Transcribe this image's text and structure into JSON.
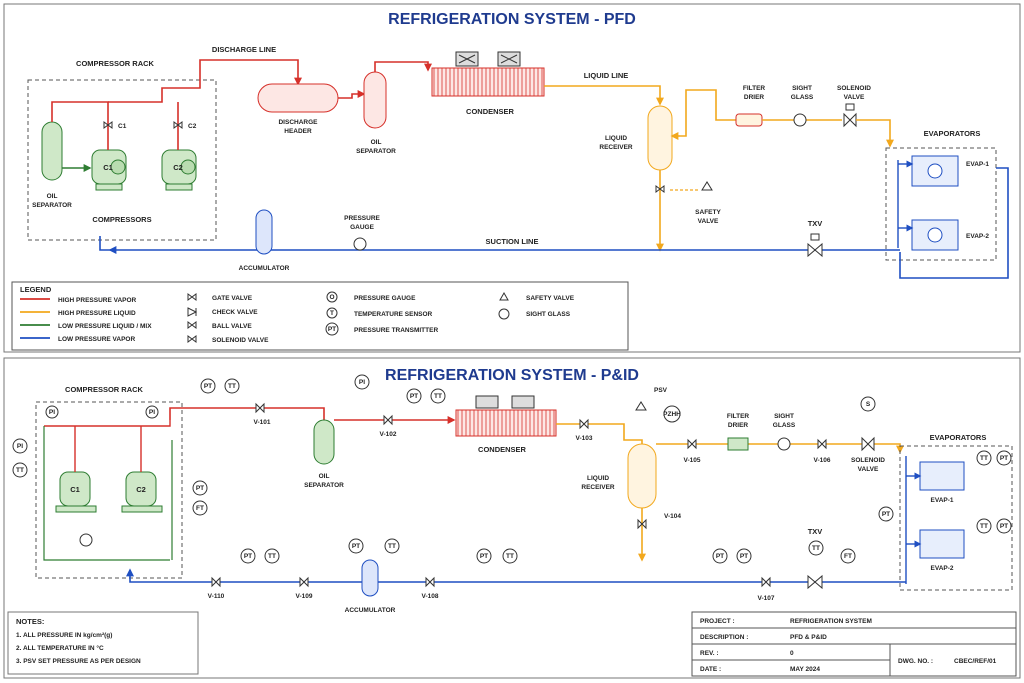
{
  "colors": {
    "hp_vapor": "#d6302a",
    "hp_liquid": "#f2a81d",
    "lp_liquid": "#2e7d32",
    "lp_vapor": "#1f4fc2",
    "title": "#1f3b8f"
  },
  "pfd": {
    "title": "REFRIGERATION SYSTEM - PFD",
    "compressor_rack": "COMPRESSOR RACK",
    "discharge_line": "DISCHARGE LINE",
    "c1_valve": "C1",
    "c2_valve": "C2",
    "c1": "C1",
    "c2": "C2",
    "oil_separator_a": "OIL",
    "oil_separator_b": "SEPARATOR",
    "compressors": "COMPRESSORS",
    "discharge_header_a": "DISCHARGE",
    "discharge_header_b": "HEADER",
    "oil_sep2_a": "OIL",
    "oil_sep2_b": "SEPARATOR",
    "condenser": "CONDENSER",
    "liquid_line": "LIQUID LINE",
    "liquid_receiver_a": "LIQUID",
    "liquid_receiver_b": "RECEIVER",
    "filter_drier_a": "FILTER",
    "filter_drier_b": "DRIER",
    "sight_glass_a": "SIGHT",
    "sight_glass_b": "GLASS",
    "solenoid_a": "SOLENOID",
    "solenoid_b": "VALVE",
    "evaporators": "EVAPORATORS",
    "evap1": "EVAP-1",
    "evap2": "EVAP-2",
    "safety_valve_a": "SAFETY",
    "safety_valve_b": "VALVE",
    "pressure_gauge_a": "PRESSURE",
    "pressure_gauge_b": "GAUGE",
    "suction_line": "SUCTION LINE",
    "txv": "TXV",
    "accumulator": "ACCUMULATOR"
  },
  "legend": {
    "title": "LEGEND",
    "lines": [
      {
        "label": "HIGH PRESSURE VAPOR",
        "color": "#d6302a"
      },
      {
        "label": "HIGH PRESSURE LIQUID",
        "color": "#f2a81d"
      },
      {
        "label": "LOW PRESSURE LIQUID / MIX",
        "color": "#2e7d32"
      },
      {
        "label": "LOW PRESSURE VAPOR",
        "color": "#1f4fc2"
      }
    ],
    "valves": [
      "GATE VALVE",
      "CHECK VALVE",
      "BALL VALVE",
      "SOLENOID VALVE"
    ],
    "instruments": [
      {
        "sym": "O",
        "label": "PRESSURE GAUGE"
      },
      {
        "sym": "T",
        "label": "TEMPERATURE SENSOR"
      },
      {
        "sym": "PT",
        "label": "PRESSURE TRANSMITTER"
      }
    ],
    "others": [
      "SAFETY VALVE",
      "SIGHT GLASS"
    ]
  },
  "pid": {
    "title": "REFRIGERATION SYSTEM - P&ID",
    "compressor_rack": "COMPRESSOR RACK",
    "c1": "C1",
    "c2": "C2",
    "v101": "V-101",
    "v102": "V-102",
    "v103": "V-103",
    "v104": "V-104",
    "v105": "V-105",
    "v106": "V-106",
    "v107": "V-107",
    "v108": "V-108",
    "v109": "V-109",
    "v110": "V-110",
    "oil_sep_a": "OIL",
    "oil_sep_b": "SEPARATOR",
    "condenser": "CONDENSER",
    "psv": "PSV",
    "pzhh": "PZHH",
    "liquid_receiver_a": "LIQUID",
    "liquid_receiver_b": "RECEIVER",
    "filter_drier_a": "FILTER",
    "filter_drier_b": "DRIER",
    "sight_glass_a": "SIGHT",
    "sight_glass_b": "GLASS",
    "solenoid_a": "SOLENOID",
    "solenoid_b": "VALVE",
    "s": "S",
    "evaporators": "EVAPORATORS",
    "evap1": "EVAP-1",
    "evap2": "EVAP-2",
    "txv": "TXV",
    "accumulator": "ACCUMULATOR",
    "pi": "PI",
    "tt": "TT",
    "pt": "PT",
    "ft": "FT"
  },
  "notes": {
    "title": "NOTES:",
    "items": [
      "1. ALL PRESSURE IN kg/cm²(g)",
      "2. ALL TEMPERATURE IN °C",
      "3. PSV SET PRESSURE AS PER DESIGN"
    ]
  },
  "titleblock": {
    "project_k": "PROJECT :",
    "project_v": "REFRIGERATION SYSTEM",
    "desc_k": "DESCRIPTION :",
    "desc_v": "PFD & P&ID",
    "rev_k": "REV. :",
    "rev_v": "0",
    "date_k": "DATE :",
    "date_v": "MAY 2024",
    "dwg_k": "DWG. NO. :",
    "dwg_v": "CBEC/REF/01"
  }
}
